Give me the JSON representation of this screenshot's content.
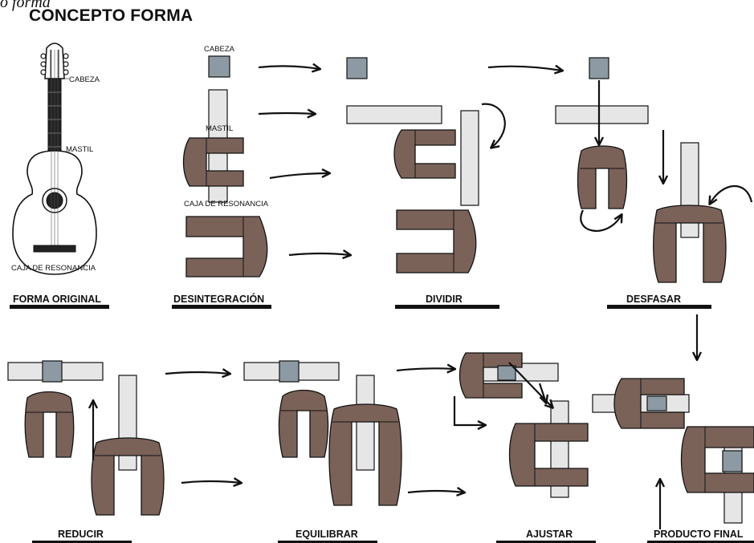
{
  "corner_text": "o forma",
  "title": "CONCEPTO FORMA",
  "guitar_labels": {
    "head": "CABEZA",
    "neck": "MASTIL",
    "body": "CAJA DE RESONANCIA"
  },
  "breakdown_labels": {
    "head": "CABEZA",
    "neck": "MASTIL",
    "body": "CAJA DE RESONANCIA"
  },
  "steps": [
    "FORMA ORIGINAL",
    "DESINTEGRACIÓN",
    "DIVIDIR",
    "DESFASAR",
    "REDUCIR",
    "EQUILIBRAR",
    "AJUSTAR",
    "PRODUCTO FINAL"
  ],
  "colors": {
    "brown": "#7a6259",
    "grey_block": "#8d9aa3",
    "light_bar": "#e6e6e6",
    "ink": "#111111"
  }
}
